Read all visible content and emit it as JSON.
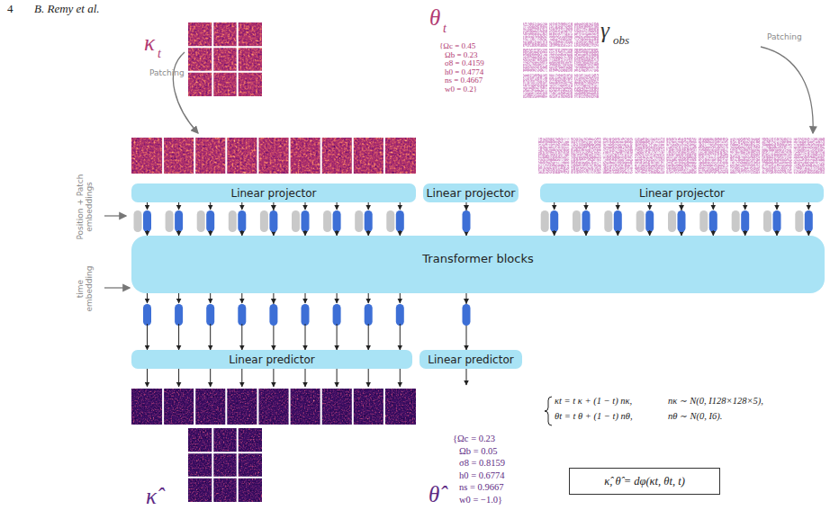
{
  "diagram": {
    "nodes": [
      {
        "text": [
          "Linear projector"
        ]
      },
      {
        "text": [
          "Linear projector"
        ]
      },
      {
        "text": [
          "Linear projector"
        ]
      },
      {
        "text": [
          "Transformer blocks"
        ]
      },
      {
        "text": [
          "Linear predictor"
        ]
      },
      {
        "text": [
          "Linear predictor"
        ]
      },
      {
        "text": [
          "κ̂, θ̂ = dφ(κt, θt, t)"
        ]
      }
    ],
    "edges": [
      {
        "from": 0,
        "to": 3,
        "arrow": "to"
      },
      {
        "from": 1,
        "to": 3,
        "arrow": "to"
      },
      {
        "from": 2,
        "to": 3,
        "arrow": "to"
      },
      {
        "from": 3,
        "to": 4,
        "arrow": "to"
      },
      {
        "from": 3,
        "to": 5,
        "arrow": "to"
      }
    ],
    "labels": [
      "4",
      "B. Remy et al.",
      "κ",
      "t",
      "Patching",
      "θ",
      "t",
      "{Ωc = 0.45",
      "Ωb = 0.23",
      "σ8 = 0.4159",
      "h0 = 0.4774",
      "ns = 0.4667",
      "w0 = 0.2}",
      "γ",
      "obs",
      "Patching",
      "Position + Patch embeddings",
      "time embedding",
      "{Ωc = 0.23",
      "Ωb = 0.05",
      "σ8 = 0.8159",
      "h0 = 0.6774",
      "ns = 0.9667",
      "w0 = −1.0}",
      "κ̂",
      "θ̂",
      "κt = t κ + (1 − t) nκ,",
      "nκ ∼ N(0, I128×128×5),",
      "θt = t θ + (1 − t) nθ,",
      "nθ ∼ N(0, I6)."
    ]
  }
}
